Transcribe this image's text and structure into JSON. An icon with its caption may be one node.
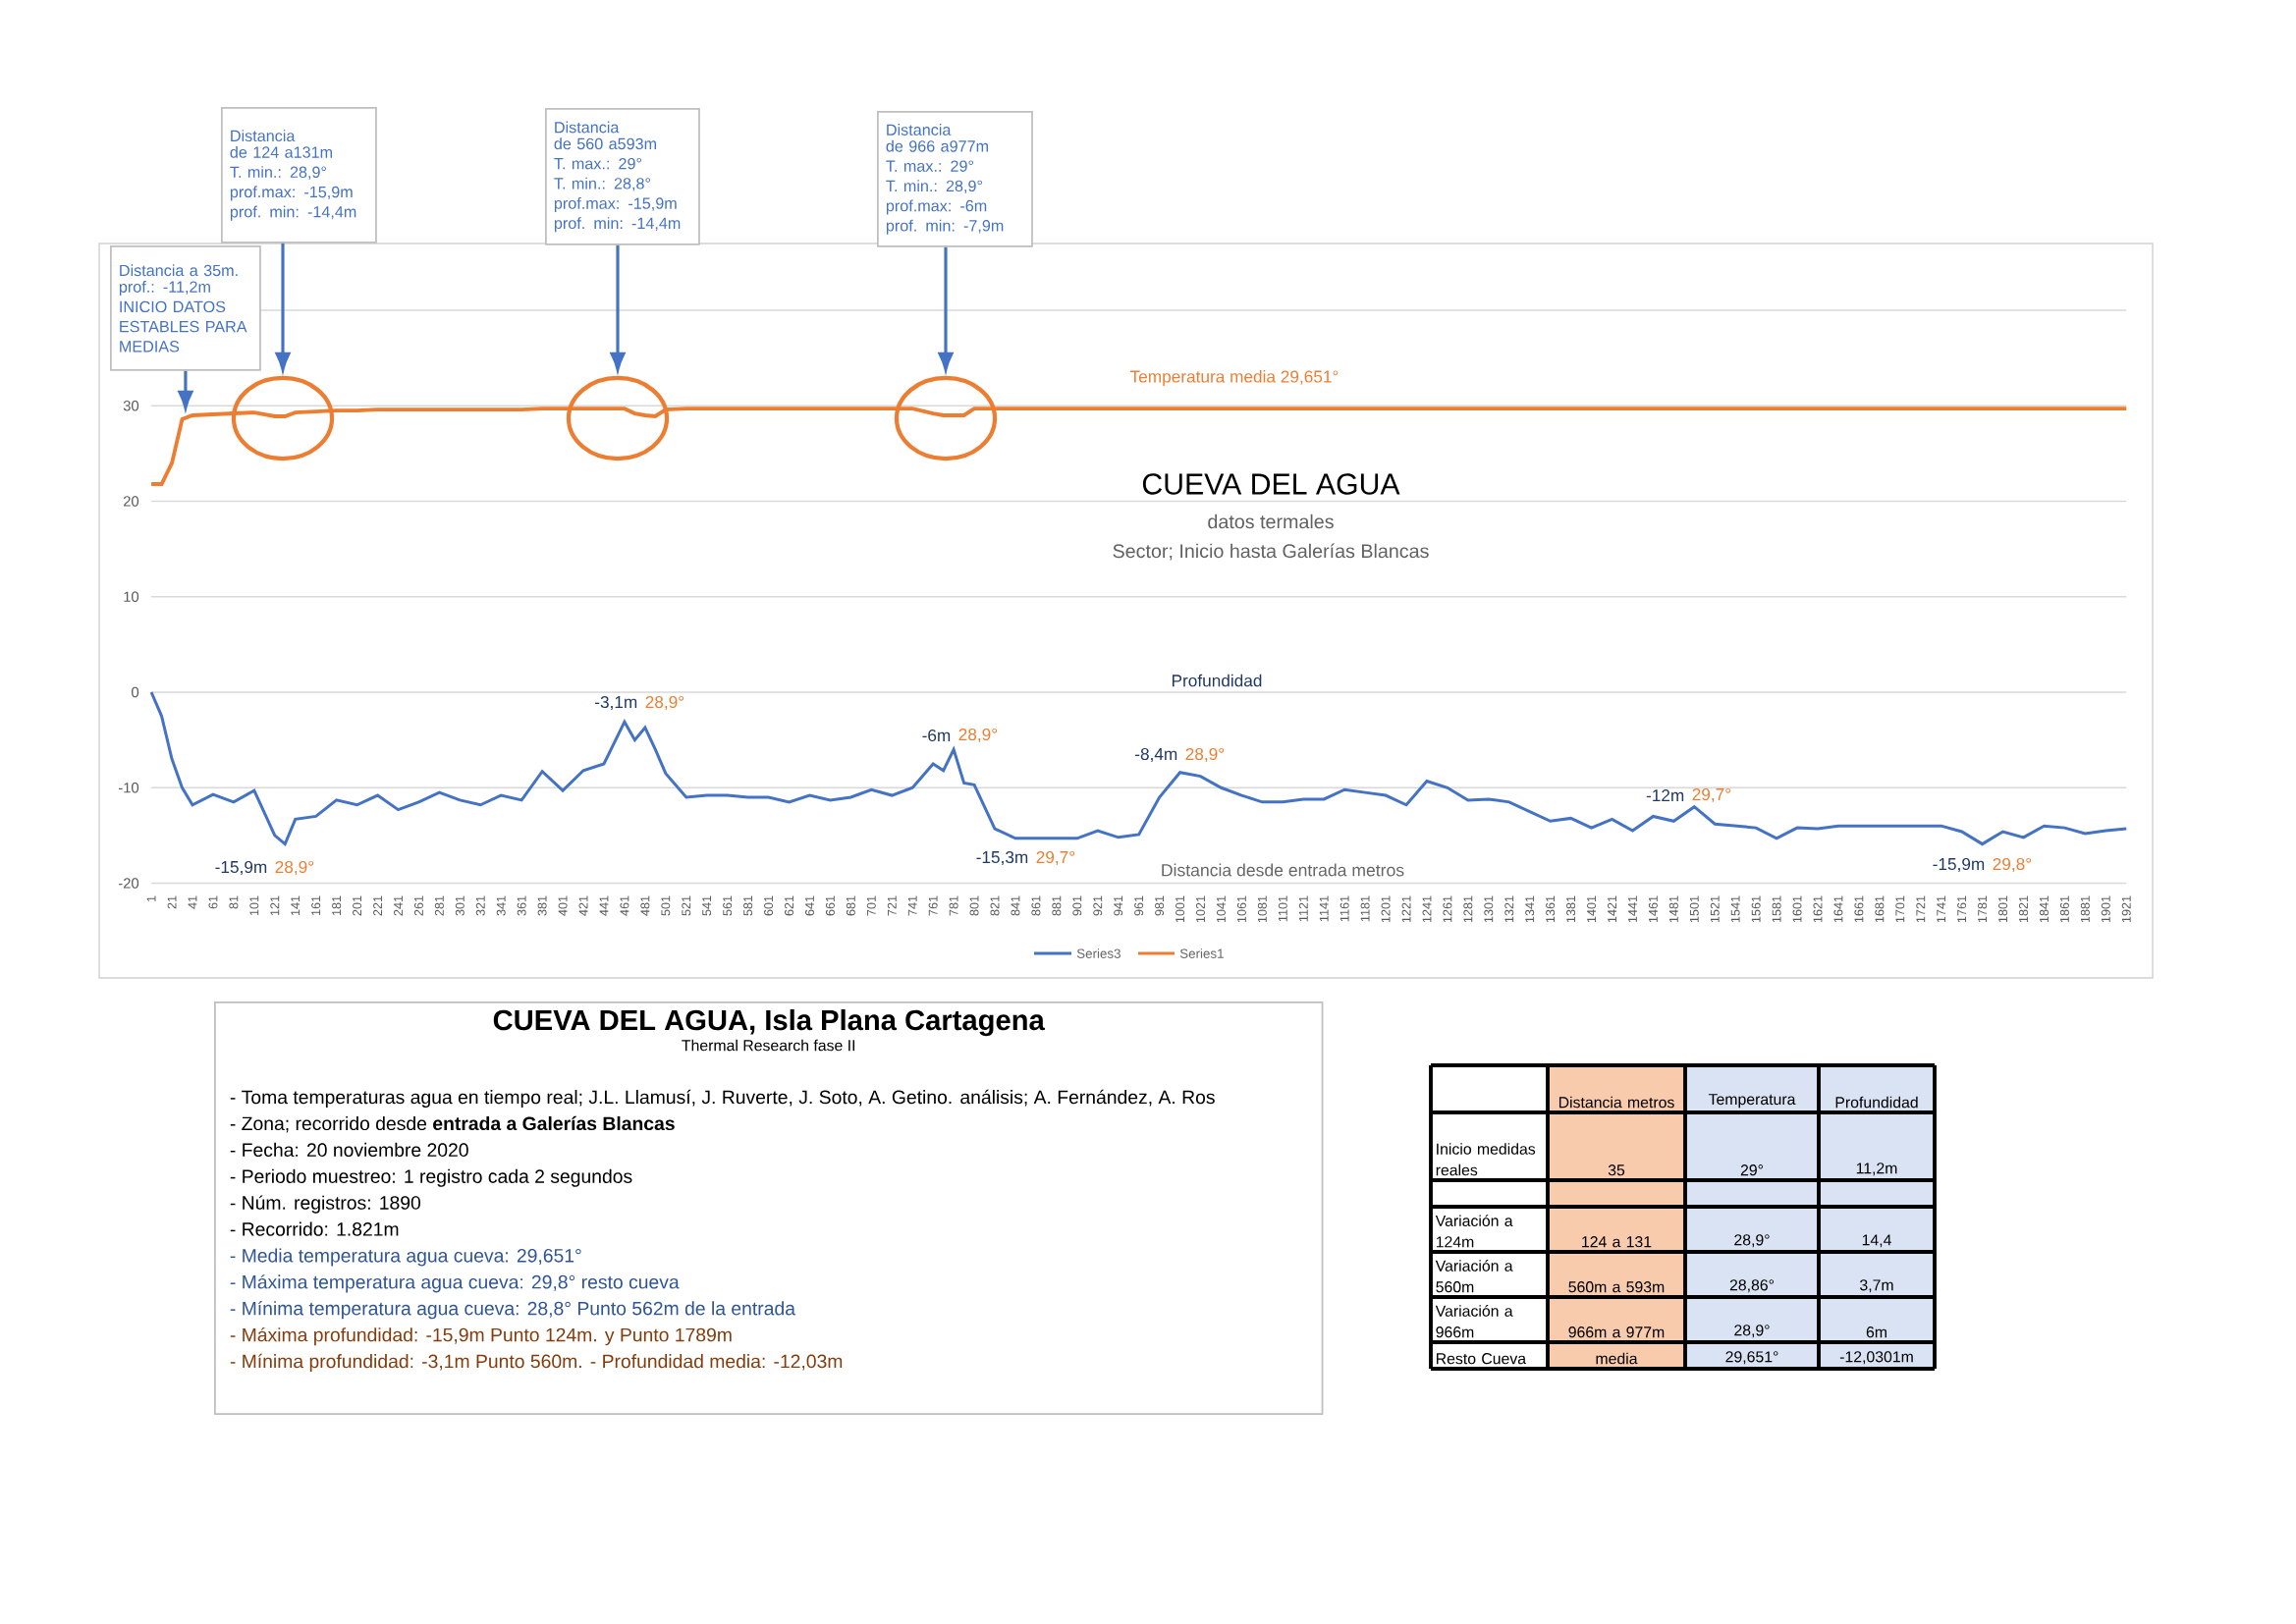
{
  "diagram": {
    "nodes": [
      {
        "text": [
          "Distancia",
          "de 124 a131m",
          "T. min.: 28,9°",
          "prof.max: -15,9m",
          "prof. min: -14,4m"
        ]
      },
      {
        "text": [
          "Distancia",
          "de 560 a593m",
          "T. max.: 29°",
          "T. min.: 28,8°",
          "prof.max: -15,9m",
          "prof. min: -14,4m"
        ]
      },
      {
        "text": [
          "Distancia",
          "de 966 a977m",
          "T. max.: 29°",
          "T. min.: 28,9°",
          "prof.max: -6m",
          "prof. min: -7,9m"
        ]
      },
      {
        "text": [
          "Distancia a 35m.",
          "prof.: -11,2m",
          "INICIO DATOS ESTABLES PARA MEDIAS"
        ]
      },
      {
        "text": [],
        "shape": "circle"
      },
      {
        "text": [],
        "shape": "circle"
      },
      {
        "text": [],
        "shape": "circle"
      },
      {
        "text": [
          "CUEVA DEL AGUA, Isla Plana Cartagena",
          "Thermal Research fase II",
          "- Toma temperaturas agua en tiempo real; J.L. Llamusí, J. Ruverte, J. Soto, A. Getino. análisis; A. Fernández, A. Ros",
          "- Zona; recorrido desde **entrada a Galerías Blancas**",
          "- Fecha: 20 noviembre 2020",
          "- Periodo muestreo: 1 registro cada 2 segundos",
          "- Núm. registros: 1890",
          "- Recorrido: 1.821m",
          "- Media temperatura agua cueva: 29,651°",
          "- Máxima temperatura agua cueva: 29,8° resto cueva",
          "- Mínima temperatura agua cueva: 28,8° Punto 562m de la entrada",
          "- Máxima profundidad: -15,9m Punto 124m. y Punto 1789m",
          "- Mínima profundidad: -3,1m Punto 560m. - Profundidad media: -12,03m"
        ]
      }
    ],
    "edges": [
      {
        "from": 0,
        "to": 4,
        "arrow": "to"
      },
      {
        "from": 1,
        "to": 5,
        "arrow": "to"
      },
      {
        "from": 2,
        "to": 6,
        "arrow": "to"
      },
      {
        "from": 3,
        "to": null,
        "arrow": "to"
      }
    ],
    "labels": [
      "Temperatura media 29,651°",
      "datos termales",
      "Sector; Inicio hasta Galerías Blancas",
      "Profundidad",
      "-3,1m",
      "28,9°",
      "-6m",
      "28,9°",
      "-8,4m",
      "28,9°",
      "-12m",
      "29,7°",
      "-15,9m",
      "28,9°",
      "-15,3m",
      "29,7°",
      "-15,9m",
      "29,8°",
      "Distancia metros",
      "Temperatura",
      "Profundidad",
      "Inicio medidas reales",
      "35",
      "29°",
      "11,2m",
      "Variación a 124m",
      "124 a 131",
      "28,9°",
      "14,4",
      "Variación a 560m",
      "560m a 593m",
      "28,86°",
      "3,7m",
      "Variación a 966m",
      "966m a 977m",
      "28,9°",
      "6m",
      "Resto Cueva",
      "media",
      "29,651°",
      "-12,0301m"
    ],
    "chart_data": {
      "type": "line",
      "title": "CUEVA DEL AGUA",
      "xlabel": "Distancia desde entrada metros",
      "grid": true,
      "legend": true,
      "xlim": [
        1,
        1921
      ],
      "ylim": [
        -20,
        40
      ],
      "yticks": [
        -20,
        -10,
        0,
        10,
        20,
        30
      ],
      "xticks": [
        1,
        21,
        41,
        61,
        81,
        101,
        121,
        141,
        161,
        181,
        201,
        221,
        241,
        261,
        281,
        301,
        321,
        341,
        361,
        381,
        401,
        421,
        441,
        461,
        481,
        501,
        521,
        541,
        561,
        581,
        601,
        621,
        641,
        661,
        681,
        701,
        721,
        741,
        761,
        781,
        801,
        821,
        841,
        861,
        881,
        901,
        921,
        941,
        961,
        981,
        1001,
        1021,
        1041,
        1061,
        1081,
        1101,
        1121,
        1141,
        1161,
        1181,
        1201,
        1221,
        1241,
        1261,
        1281,
        1301,
        1321,
        1341,
        1361,
        1381,
        1401,
        1421,
        1441,
        1461,
        1481,
        1501,
        1521,
        1541,
        1561,
        1581,
        1601,
        1621,
        1641,
        1661,
        1681,
        1701,
        1721,
        1741,
        1761,
        1781,
        1801,
        1821,
        1841,
        1861,
        1881,
        1901,
        1921
      ],
      "x": [
        1,
        11,
        21,
        31,
        41,
        61,
        81,
        101,
        121,
        131,
        141,
        161,
        181,
        201,
        221,
        241,
        261,
        281,
        301,
        321,
        341,
        361,
        381,
        401,
        421,
        441,
        461,
        471,
        481,
        491,
        501,
        521,
        541,
        561,
        581,
        601,
        621,
        641,
        661,
        681,
        701,
        721,
        741,
        761,
        771,
        781,
        791,
        801,
        821,
        841,
        861,
        881,
        901,
        921,
        941,
        961,
        981,
        1001,
        1021,
        1041,
        1061,
        1081,
        1101,
        1121,
        1141,
        1161,
        1181,
        1201,
        1221,
        1241,
        1261,
        1281,
        1301,
        1321,
        1341,
        1361,
        1381,
        1401,
        1421,
        1441,
        1461,
        1481,
        1501,
        1521,
        1541,
        1561,
        1581,
        1601,
        1621,
        1641,
        1661,
        1681,
        1701,
        1721,
        1741,
        1761,
        1781,
        1801,
        1821,
        1841,
        1861,
        1881,
        1901,
        1921
      ],
      "series": [
        {
          "name": "Series3",
          "color": "#4472c4",
          "values": [
            0,
            -2.5,
            -7,
            -10,
            -11.8,
            -10.7,
            -11.5,
            -10.3,
            -15,
            -15.9,
            -13.3,
            -13,
            -11.3,
            -11.8,
            -10.8,
            -12.3,
            -11.5,
            -10.5,
            -11.3,
            -11.8,
            -10.8,
            -11.3,
            -8.3,
            -10.3,
            -8.2,
            -7.5,
            -3.1,
            -5,
            -3.7,
            -6,
            -8.5,
            -11,
            -10.8,
            -10.8,
            -11,
            -11,
            -11.5,
            -10.8,
            -11.3,
            -11,
            -10.2,
            -10.8,
            -10,
            -7.5,
            -8.2,
            -6,
            -9.5,
            -9.7,
            -14.3,
            -15.3,
            -15.3,
            -15.3,
            -15.3,
            -14.5,
            -15.2,
            -14.9,
            -11,
            -8.4,
            -8.8,
            -10,
            -10.8,
            -11.5,
            -11.5,
            -11.2,
            -11.2,
            -10.2,
            -10.5,
            -10.8,
            -11.8,
            -9.3,
            -10,
            -11.3,
            -11.2,
            -11.5,
            -12.5,
            -13.5,
            -13.2,
            -14.2,
            -13.3,
            -14.5,
            -13,
            -13.5,
            -12,
            -13.8,
            -14,
            -14.2,
            -15.3,
            -14.2,
            -14.3,
            -14,
            -14,
            -14,
            -14,
            -14,
            -14,
            -14.6,
            -15.9,
            -14.6,
            -15.2,
            -14,
            -14.2,
            -14.8,
            -14.5,
            -14.3
          ]
        },
        {
          "name": "Series1",
          "color": "#ed7d31",
          "values": [
            21.8,
            21.8,
            24,
            28.6,
            29,
            29.1,
            29.2,
            29.3,
            28.9,
            28.9,
            29.3,
            29.4,
            29.5,
            29.5,
            29.6,
            29.6,
            29.6,
            29.6,
            29.6,
            29.6,
            29.6,
            29.6,
            29.7,
            29.7,
            29.7,
            29.7,
            29.7,
            29.2,
            29.0,
            28.9,
            29.6,
            29.7,
            29.7,
            29.7,
            29.7,
            29.7,
            29.7,
            29.7,
            29.7,
            29.7,
            29.7,
            29.7,
            29.7,
            29.2,
            29.0,
            29.0,
            29.0,
            29.7,
            29.7,
            29.7,
            29.7,
            29.7,
            29.7,
            29.7,
            29.7,
            29.7,
            29.7,
            29.7,
            29.7,
            29.7,
            29.7,
            29.7,
            29.7,
            29.7,
            29.7,
            29.7,
            29.7,
            29.7,
            29.7,
            29.7,
            29.7,
            29.7,
            29.7,
            29.7,
            29.7,
            29.7,
            29.7,
            29.7,
            29.7,
            29.7,
            29.7,
            29.7,
            29.7,
            29.7,
            29.7,
            29.7,
            29.7,
            29.7,
            29.7,
            29.7,
            29.7,
            29.7,
            29.7,
            29.7,
            29.7,
            29.7,
            29.7,
            29.7,
            29.7,
            29.7,
            29.7,
            29.7,
            29.7,
            29.7
          ]
        }
      ]
    }
  }
}
